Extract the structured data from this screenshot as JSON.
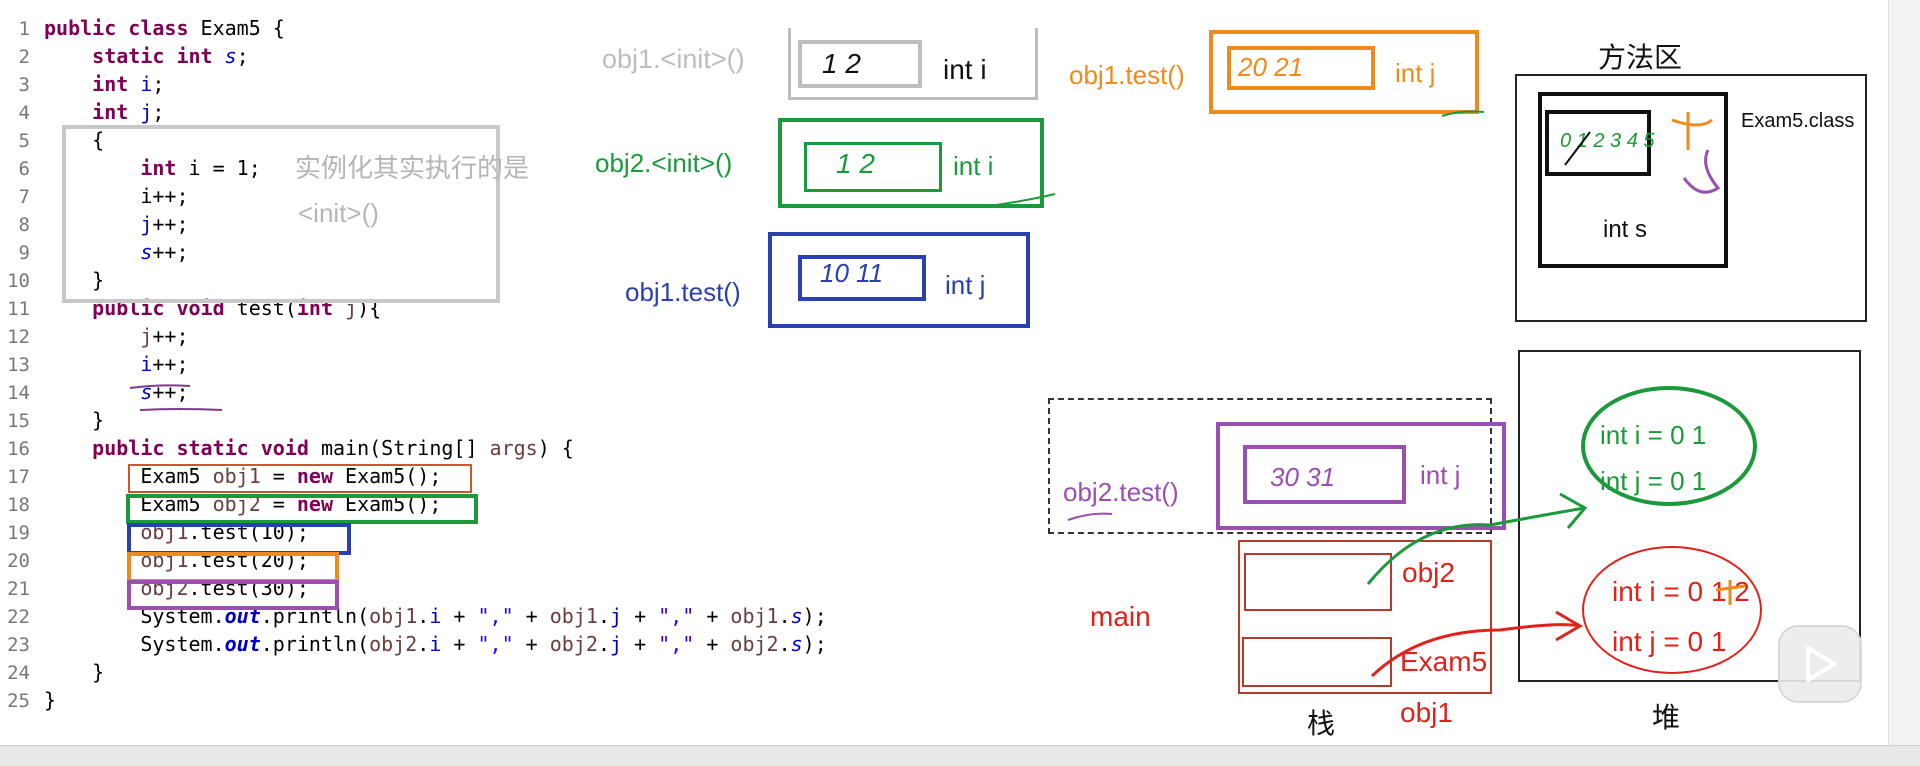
{
  "code": {
    "lines": [
      {
        "n": "1",
        "tokens": [
          {
            "t": "public class ",
            "c": "kw"
          },
          {
            "t": "Exam5 {",
            "c": ""
          }
        ]
      },
      {
        "n": "2",
        "tokens": [
          {
            "t": "    ",
            "c": ""
          },
          {
            "t": "static int ",
            "c": "kw"
          },
          {
            "t": "s",
            "c": "sfld"
          },
          {
            "t": ";",
            "c": ""
          }
        ]
      },
      {
        "n": "3",
        "tokens": [
          {
            "t": "    ",
            "c": ""
          },
          {
            "t": "int ",
            "c": "kw"
          },
          {
            "t": "i",
            "c": "fld"
          },
          {
            "t": ";",
            "c": ""
          }
        ]
      },
      {
        "n": "4",
        "tokens": [
          {
            "t": "    ",
            "c": ""
          },
          {
            "t": "int ",
            "c": "kw"
          },
          {
            "t": "j",
            "c": "fld"
          },
          {
            "t": ";",
            "c": ""
          }
        ]
      },
      {
        "n": "5",
        "tokens": [
          {
            "t": "    {",
            "c": ""
          }
        ]
      },
      {
        "n": "6",
        "tokens": [
          {
            "t": "        ",
            "c": ""
          },
          {
            "t": "int ",
            "c": "kw"
          },
          {
            "t": "i = 1;",
            "c": ""
          }
        ]
      },
      {
        "n": "7",
        "tokens": [
          {
            "t": "        i++;",
            "c": ""
          }
        ]
      },
      {
        "n": "8",
        "tokens": [
          {
            "t": "        ",
            "c": ""
          },
          {
            "t": "j",
            "c": "fld"
          },
          {
            "t": "++;",
            "c": ""
          }
        ]
      },
      {
        "n": "9",
        "tokens": [
          {
            "t": "        ",
            "c": ""
          },
          {
            "t": "s",
            "c": "sfld"
          },
          {
            "t": "++;",
            "c": ""
          }
        ]
      },
      {
        "n": "10",
        "tokens": [
          {
            "t": "    }",
            "c": ""
          }
        ]
      },
      {
        "n": "11",
        "tokens": [
          {
            "t": "    ",
            "c": ""
          },
          {
            "t": "public void ",
            "c": "kw"
          },
          {
            "t": "test(",
            "c": ""
          },
          {
            "t": "int ",
            "c": "kw"
          },
          {
            "t": "j",
            "c": "loc"
          },
          {
            "t": "){",
            "c": ""
          }
        ]
      },
      {
        "n": "12",
        "tokens": [
          {
            "t": "        ",
            "c": ""
          },
          {
            "t": "j",
            "c": "loc"
          },
          {
            "t": "++;",
            "c": ""
          }
        ]
      },
      {
        "n": "13",
        "tokens": [
          {
            "t": "        ",
            "c": ""
          },
          {
            "t": "i",
            "c": "fld"
          },
          {
            "t": "++;",
            "c": ""
          }
        ]
      },
      {
        "n": "14",
        "tokens": [
          {
            "t": "        ",
            "c": ""
          },
          {
            "t": "s",
            "c": "sfld"
          },
          {
            "t": "++;",
            "c": ""
          }
        ]
      },
      {
        "n": "15",
        "tokens": [
          {
            "t": "    }",
            "c": ""
          }
        ]
      },
      {
        "n": "16",
        "tokens": [
          {
            "t": "    ",
            "c": ""
          },
          {
            "t": "public static void ",
            "c": "kw"
          },
          {
            "t": "main(String[] ",
            "c": ""
          },
          {
            "t": "args",
            "c": "loc"
          },
          {
            "t": ") {",
            "c": ""
          }
        ]
      },
      {
        "n": "17",
        "tokens": [
          {
            "t": "        Exam5 ",
            "c": ""
          },
          {
            "t": "obj1",
            "c": "loc"
          },
          {
            "t": " = ",
            "c": ""
          },
          {
            "t": "new ",
            "c": "kw"
          },
          {
            "t": "Exam5();",
            "c": ""
          }
        ]
      },
      {
        "n": "18",
        "tokens": [
          {
            "t": "        Exam5 ",
            "c": ""
          },
          {
            "t": "obj2",
            "c": "loc"
          },
          {
            "t": " = ",
            "c": ""
          },
          {
            "t": "new ",
            "c": "kw"
          },
          {
            "t": "Exam5();",
            "c": ""
          }
        ]
      },
      {
        "n": "19",
        "tokens": [
          {
            "t": "        ",
            "c": ""
          },
          {
            "t": "obj1",
            "c": "loc"
          },
          {
            "t": ".test(10);",
            "c": ""
          }
        ]
      },
      {
        "n": "20",
        "tokens": [
          {
            "t": "        ",
            "c": ""
          },
          {
            "t": "obj1",
            "c": "loc"
          },
          {
            "t": ".test(20);",
            "c": ""
          }
        ]
      },
      {
        "n": "21",
        "tokens": [
          {
            "t": "        ",
            "c": ""
          },
          {
            "t": "obj2",
            "c": "loc"
          },
          {
            "t": ".test(30);",
            "c": ""
          }
        ]
      },
      {
        "n": "22",
        "tokens": [
          {
            "t": "        System.",
            "c": ""
          },
          {
            "t": "out",
            "c": "sbo"
          },
          {
            "t": ".println(",
            "c": ""
          },
          {
            "t": "obj1",
            "c": "loc"
          },
          {
            "t": ".",
            "c": ""
          },
          {
            "t": "i",
            "c": "fld"
          },
          {
            "t": " + ",
            "c": ""
          },
          {
            "t": "\",\"",
            "c": "str"
          },
          {
            "t": " + ",
            "c": ""
          },
          {
            "t": "obj1",
            "c": "loc"
          },
          {
            "t": ".",
            "c": ""
          },
          {
            "t": "j",
            "c": "fld"
          },
          {
            "t": " + ",
            "c": ""
          },
          {
            "t": "\",\"",
            "c": "str"
          },
          {
            "t": " + ",
            "c": ""
          },
          {
            "t": "obj1",
            "c": "loc"
          },
          {
            "t": ".",
            "c": ""
          },
          {
            "t": "s",
            "c": "sfld"
          },
          {
            "t": ");",
            "c": ""
          }
        ]
      },
      {
        "n": "23",
        "tokens": [
          {
            "t": "        System.",
            "c": ""
          },
          {
            "t": "out",
            "c": "sbo"
          },
          {
            "t": ".println(",
            "c": ""
          },
          {
            "t": "obj2",
            "c": "loc"
          },
          {
            "t": ".",
            "c": ""
          },
          {
            "t": "i",
            "c": "fld"
          },
          {
            "t": " + ",
            "c": ""
          },
          {
            "t": "\",\"",
            "c": "str"
          },
          {
            "t": " + ",
            "c": ""
          },
          {
            "t": "obj2",
            "c": "loc"
          },
          {
            "t": ".",
            "c": ""
          },
          {
            "t": "j",
            "c": "fld"
          },
          {
            "t": " + ",
            "c": ""
          },
          {
            "t": "\",\"",
            "c": "str"
          },
          {
            "t": " + ",
            "c": ""
          },
          {
            "t": "obj2",
            "c": "loc"
          },
          {
            "t": ".",
            "c": ""
          },
          {
            "t": "s",
            "c": "sfld"
          },
          {
            "t": ");",
            "c": ""
          }
        ]
      },
      {
        "n": "24",
        "tokens": [
          {
            "t": "    }",
            "c": ""
          }
        ]
      },
      {
        "n": "25",
        "tokens": [
          {
            "t": "}",
            "c": ""
          }
        ]
      }
    ]
  },
  "annotations": {
    "init_note_line1": "实例化其实执行的是",
    "init_note_line2": "<init>()",
    "obj1_init_label": "obj1.<init>()",
    "obj1_init_var": "int i",
    "obj1_init_values": "1 2",
    "obj2_init_label": "obj2.<init>()",
    "obj2_init_var": "int i",
    "obj2_init_values": "1 2",
    "obj1_test_blue_label": "obj1.test()",
    "obj1_test_blue_var": "int j",
    "obj1_test_blue_values": "10 11",
    "obj1_test_orange_label": "obj1.test()",
    "obj1_test_orange_var": "int j",
    "obj1_test_orange_values": "20 21",
    "obj2_test_label": "obj2.test()",
    "obj2_test_var": "int j",
    "obj2_test_values": "30 31",
    "method_area_title": "方法区",
    "class_label": "Exam5.class",
    "static_var_label": "int s",
    "static_values": "0 1 2 3 4 5",
    "heap_title": "堆",
    "heap_green_i": "int i = 0 1",
    "heap_green_j": "int j = 0 1",
    "heap_red_i": "int i = 0 1 2",
    "heap_red_j": "int j = 0 1",
    "stack_title": "栈",
    "main_label": "main",
    "stack_obj2": "obj2",
    "stack_exam5": "Exam5",
    "stack_obj1": "obj1"
  },
  "colors": {
    "gray": "#bdbdbd",
    "green": "#1a9a3a",
    "blue": "#2a3fb0",
    "orange": "#f08a1c",
    "purple": "#9b4fb0",
    "red": "#e0221b",
    "black": "#111111"
  },
  "icons": {
    "play": "play-icon"
  }
}
